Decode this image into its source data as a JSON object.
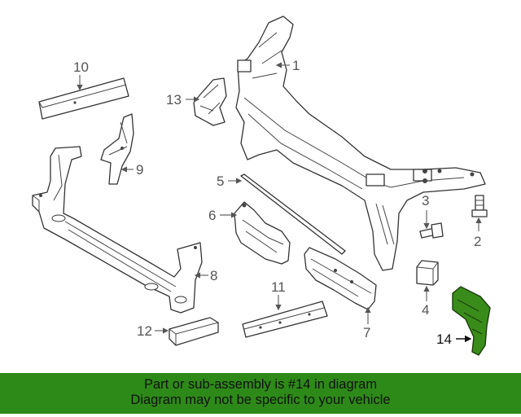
{
  "diagram": {
    "callouts": {
      "c1": "1",
      "c2": "2",
      "c3": "3",
      "c4": "4",
      "c5": "5",
      "c6": "6",
      "c7": "7",
      "c8": "8",
      "c9": "9",
      "c10": "10",
      "c11": "11",
      "c12": "12",
      "c13": "13",
      "c14": "14"
    },
    "highlight_color": "#3a8c1a",
    "highlighted_part": "14"
  },
  "banner": {
    "line1": "Part or sub-assembly is #14 in diagram",
    "line2": "Diagram may not be specific to your vehicle",
    "background": "#2e8a18"
  }
}
